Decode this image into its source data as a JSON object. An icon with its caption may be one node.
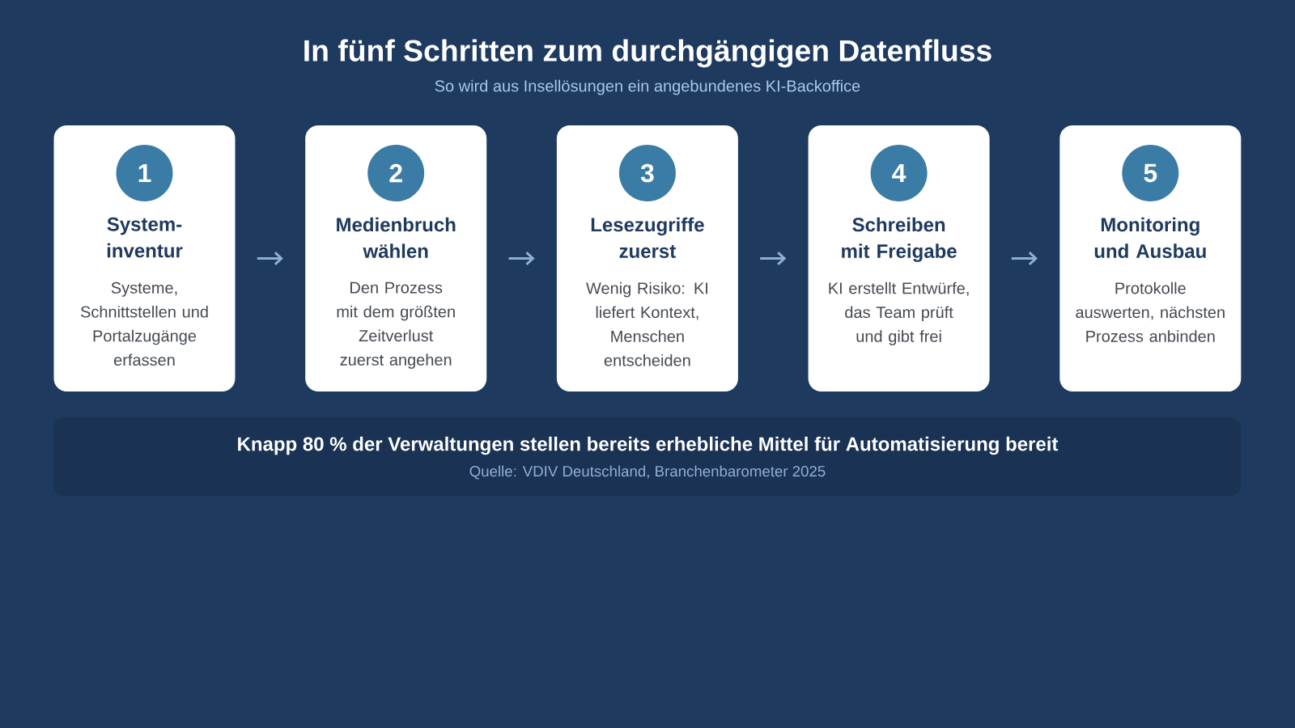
{
  "diagram": {
    "title": "In fünf Schritten zum durchgängigen Datenfluss",
    "caption": "So wird aus Insellösungen ein angebundenes KI-Backoffice",
    "nodes": [
      {
        "text": [
          "1",
          "System-inventur",
          "Systeme, Schnittstellen und Portalzugänge erfassen"
        ]
      },
      {
        "text": [
          "2",
          "Medienbruch wählen",
          "Den Prozess mit dem größten Zeitverlust zuerst angehen"
        ]
      },
      {
        "text": [
          "3",
          "Lesezugriffe zuerst",
          "Wenig Risiko: KI liefert Kontext, Menschen entscheiden"
        ]
      },
      {
        "text": [
          "4",
          "Schreiben mit Freigabe",
          "KI erstellt Entwürfe, das Team prüft und gibt frei"
        ]
      },
      {
        "text": [
          "5",
          "Monitoring und Ausbau",
          "Protokolle auswerten, nächsten Prozess anbinden"
        ]
      },
      {
        "text": [
          "Knapp 80 % der Verwaltungen stellen bereits erhebliche Mittel für Automatisierung bereit",
          "Quelle: VDIV Deutschland, Branchenbarometer 2025"
        ]
      }
    ],
    "edges": [
      {
        "from": 0,
        "to": 1,
        "arrow": "to"
      },
      {
        "from": 1,
        "to": 2,
        "arrow": "to"
      },
      {
        "from": 2,
        "to": 3,
        "arrow": "to"
      },
      {
        "from": 3,
        "to": 4,
        "arrow": "to"
      }
    ]
  }
}
